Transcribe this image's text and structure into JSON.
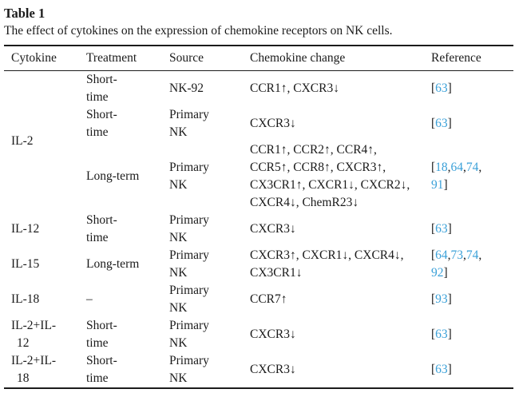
{
  "colors": {
    "link_blue": "#3aa0d8",
    "text": "#1b1b1b",
    "rule": "#1c1c1c"
  },
  "header": {
    "title": "Table 1",
    "caption": "The effect of cytokines on the expression of chemokine receptors on NK cells."
  },
  "columns": [
    "Cytokine",
    "Treatment",
    "Source",
    "Chemokine change",
    "Reference"
  ],
  "rows": [
    {
      "cytokine_lines": [
        "IL-2"
      ],
      "cytokine_rowspan": 3,
      "treatment_lines": [
        "Short-",
        "time"
      ],
      "source_lines": [
        "NK-92"
      ],
      "change_lines": [
        "CCR1↑, CXCR3↓"
      ],
      "refs": {
        "nums": [
          "63"
        ]
      }
    },
    {
      "treatment_lines": [
        "Short-",
        "time"
      ],
      "source_lines": [
        "Primary",
        "NK"
      ],
      "change_lines": [
        "CXCR3↓"
      ],
      "refs": {
        "nums": [
          "63"
        ]
      }
    },
    {
      "treatment_lines": [
        "Long-term"
      ],
      "source_lines": [
        "Primary",
        "NK"
      ],
      "change_lines": [
        "CCR1↑, CCR2↑, CCR4↑,",
        "CCR5↑, CCR8↑, CXCR3↑,",
        "CX3CR1↑, CXCR1↓, CXCR2↓,",
        "CXCR4↓, ChemR23↓"
      ],
      "refs": {
        "nums": [
          "18",
          "64",
          "74",
          "91"
        ],
        "break": 3
      }
    },
    {
      "cytokine_lines": [
        "IL-12"
      ],
      "treatment_lines": [
        "Short-",
        "time"
      ],
      "source_lines": [
        "Primary",
        "NK"
      ],
      "change_lines": [
        "CXCR3↓"
      ],
      "refs": {
        "nums": [
          "63"
        ]
      }
    },
    {
      "cytokine_lines": [
        "IL-15"
      ],
      "treatment_lines": [
        "Long-term"
      ],
      "source_lines": [
        "Primary",
        "NK"
      ],
      "change_lines": [
        "CXCR3↑, CXCR1↓, CXCR4↓,",
        "CX3CR1↓"
      ],
      "refs": {
        "nums": [
          "64",
          "73",
          "74",
          "92"
        ],
        "break": 3
      }
    },
    {
      "cytokine_lines": [
        "IL-18"
      ],
      "treatment_lines": [
        "–"
      ],
      "source_lines": [
        "Primary",
        "NK"
      ],
      "change_lines": [
        "CCR7↑"
      ],
      "refs": {
        "nums": [
          "93"
        ]
      }
    },
    {
      "cytokine_lines": [
        "IL-2+IL-",
        "12"
      ],
      "treatment_lines": [
        "Short-",
        "time"
      ],
      "source_lines": [
        "Primary",
        "NK"
      ],
      "change_lines": [
        "CXCR3↓"
      ],
      "refs": {
        "nums": [
          "63"
        ]
      }
    },
    {
      "cytokine_lines": [
        "IL-2+IL-",
        "18"
      ],
      "treatment_lines": [
        "Short-",
        "time"
      ],
      "source_lines": [
        "Primary",
        "NK"
      ],
      "change_lines": [
        "CXCR3↓"
      ],
      "refs": {
        "nums": [
          "63"
        ]
      }
    }
  ]
}
